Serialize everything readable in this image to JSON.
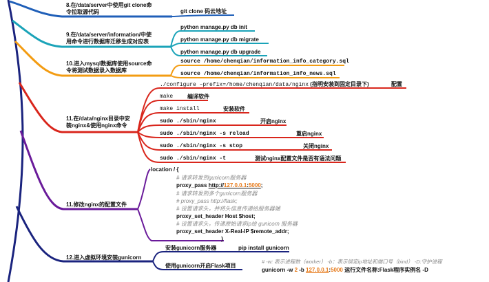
{
  "nodes": {
    "n8": {
      "line1": "8.在/data/server中使用git  clone命",
      "line2": "令拉取源代码"
    },
    "n9": {
      "line1": "9.在/data/server/information/中使",
      "line2": "用命令进行数据库迁移生成对应表"
    },
    "n10": {
      "line1": "10.进入mysql数据库使用source命",
      "line2": "令将测试数据录入数据库"
    },
    "n11": {
      "line1": "11.在/data/nginx目录中安",
      "line2": "装nginx&使用nginx命令"
    },
    "n11b": {
      "label": "11.修改nginx的配置文件"
    },
    "n12": {
      "label": "12.进入虚拟环境安装gunicorn"
    }
  },
  "cmd8": "git clone 码云地址",
  "cmd9": [
    "python manage.py db init",
    "python manage.py db migrate",
    "python manage.py db upgrade"
  ],
  "cmd10": [
    "source /home/chenqian/information_info_category.sql",
    "source /home/chenqian/information_info_news.sql"
  ],
  "nginx": {
    "configure_cmd": "./configure –prefix=/home/chenqian/data/nginx",
    "configure_note": "(指明安装到固定目录下)",
    "configure_label": "配置",
    "make_cmd": "make",
    "make_label": "编译软件",
    "install_cmd": "make install",
    "install_label": "安装软件",
    "start_cmd": "sudo ./sbin/nginx",
    "start_label": "开启nginx",
    "reload_cmd": "sudo ./sbin/nginx  -s reload",
    "reload_label": "重启nginx",
    "stop_cmd": "sudo ./sbin/nginx  -s stop",
    "stop_label": "关闭nginx",
    "test_cmd": "sudo ./sbin/nginx  -t",
    "test_label": "测试nginx配置文件是否有语法问题"
  },
  "conf": {
    "open": "location / {",
    "c1": "# 请求转发到gunicorn服务器",
    "pass_prefix": "proxy_pass ",
    "pass_link_a": "http://",
    "pass_ip": "127.0.0.1",
    "pass_colon": ":",
    "pass_port": "5000",
    "pass_end": ";",
    "c2": "# 请求转发到多个gunicorn服务器",
    "c3": "# proxy_pass http://flask;",
    "c4": "# 设置请求头，并将头信息传递给服务器端",
    "header_host": "proxy_set_header Host $host;",
    "c5": "# 设置请求头，传递原始请求ip给 gunicorn 服务器",
    "header_ip": "proxy_set_header X-Real-IP $remote_addr;",
    "close": "}"
  },
  "gunicorn": {
    "install_label": "安装gunicorn服务器",
    "install_cmd": "pip install gunicorn",
    "start_label": "使用gunicorn开启Flask项目",
    "comment": "# -w: 表示进程数（worker） -b：表示绑定ip地址和端口号（bind） -D:守护进程",
    "cmd_a": "gunicorn -w ",
    "cmd_w": "2",
    "cmd_b": " -b ",
    "cmd_ip": "127.0.0.1",
    "cmd_colon": ":",
    "cmd_port": "5000",
    "cmd_rest": " 运行文件名称:Flask程序实例名 -D"
  },
  "colors": {
    "blue": "#1f5fb8",
    "teal": "#1aa3b8",
    "orange": "#f39c12",
    "red": "#d9261c",
    "purple": "#6a1b9a",
    "navy": "#1a237e"
  }
}
